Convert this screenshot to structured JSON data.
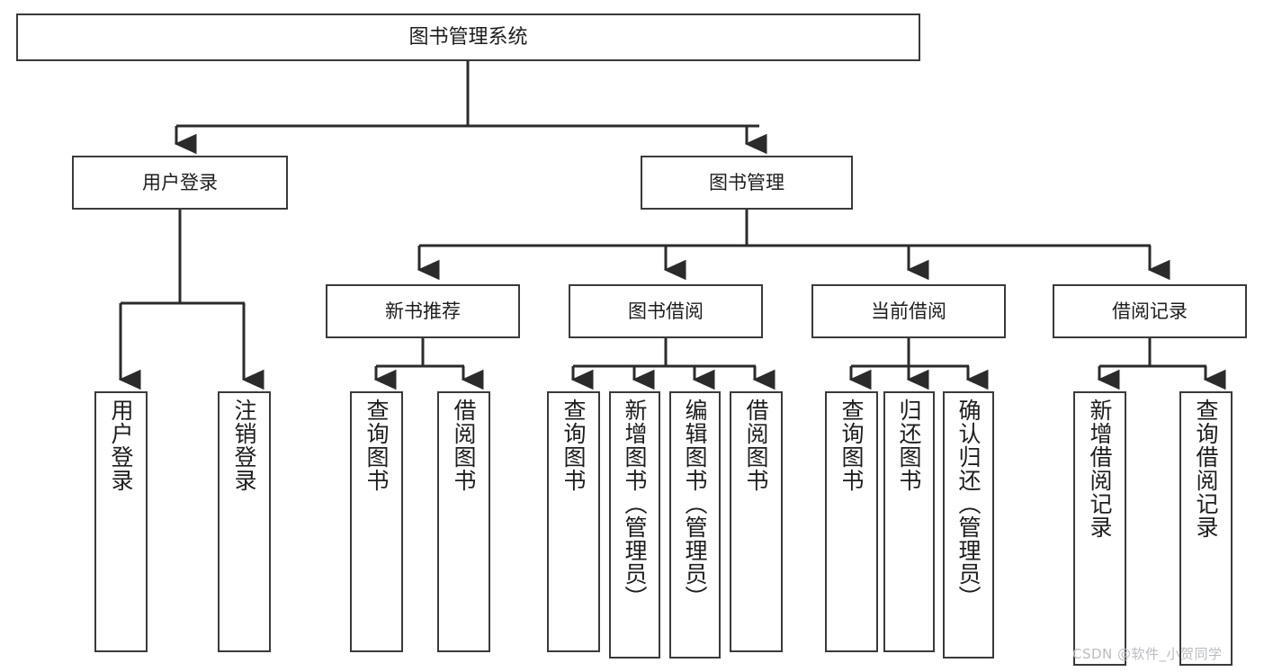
{
  "diagram": {
    "type": "tree-hierarchy",
    "title": "图书管理系统",
    "watermark": "CSDN @软件_小贺同学",
    "colors": {
      "box_border": "#3a3a3a",
      "box_fill": "#ffffff",
      "connector": "#2b2b2b",
      "text": "#1d1d1d",
      "watermark": "#b9bcc0",
      "background": "#ffffff"
    },
    "root": {
      "label": "图书管理系统"
    },
    "level2": [
      {
        "label": "用户登录"
      },
      {
        "label": "图书管理"
      }
    ],
    "level3": [
      {
        "label": "新书推荐"
      },
      {
        "label": "图书借阅"
      },
      {
        "label": "当前借阅"
      },
      {
        "label": "借阅记录"
      }
    ],
    "leaves": {
      "user_login": [
        {
          "label": "用户登录"
        },
        {
          "label": "注销登录"
        }
      ],
      "new_book_recommend": [
        {
          "label": "查询图书"
        },
        {
          "label": "借阅图书"
        }
      ],
      "book_borrow": [
        {
          "label": "查询图书"
        },
        {
          "label": "新增图书（管理员）"
        },
        {
          "label": "编辑图书（管理员）"
        },
        {
          "label": "借阅图书"
        }
      ],
      "current_borrow": [
        {
          "label": "查询图书"
        },
        {
          "label": "归还图书"
        },
        {
          "label": "确认归还（管理员）"
        }
      ],
      "borrow_records": [
        {
          "label": "新增借阅记录"
        },
        {
          "label": "查询借阅记录"
        }
      ]
    }
  }
}
